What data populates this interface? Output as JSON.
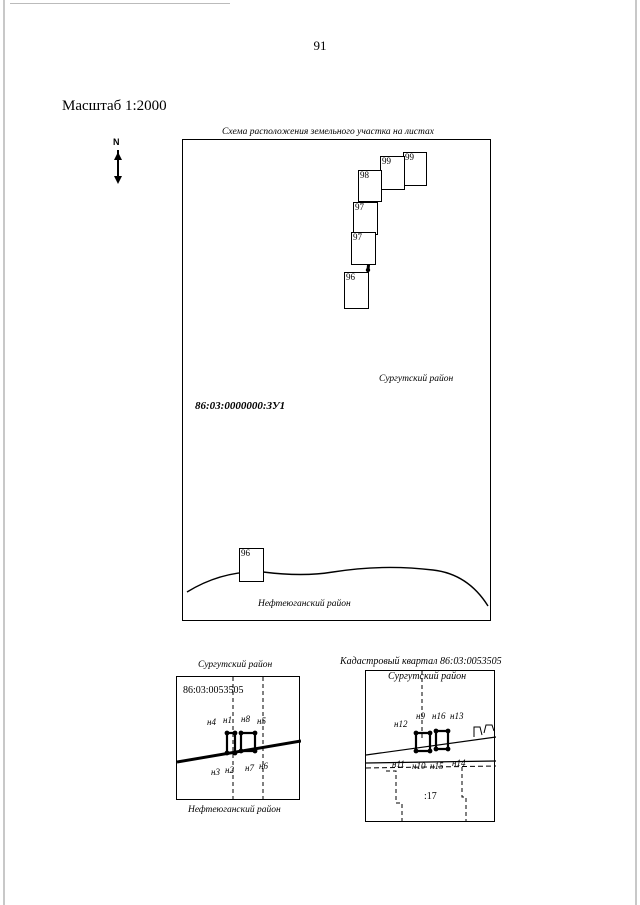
{
  "page_number": "91",
  "scale_label": "Масштаб 1:2000",
  "north_arrow": {
    "letter": "N",
    "icon": "north-arrow-icon"
  },
  "main_map": {
    "caption": "Схема расположения земельного участка на листах",
    "district_north": "Сургутский район",
    "district_south": "Нефтеюганский район",
    "cadastral_label": "86:03:0000000:ЗУ1",
    "sheets": [
      "99",
      "99",
      "98",
      "97",
      "97",
      "96",
      "96"
    ]
  },
  "inset_left": {
    "title": "Сургутский район",
    "cadastral": "86:03:0053505",
    "bottom_caption": "Нефтеюганский район",
    "points": [
      "н4",
      "н1",
      "н8",
      "н5",
      "н3",
      "н2",
      "н7",
      "н6"
    ]
  },
  "inset_right": {
    "title": "Кадастровый квартал 86:03:0053505",
    "district": "Сургутский район",
    "parcel": ":17",
    "points": [
      "н12",
      "н9",
      "н16",
      "н13",
      "н11",
      "н10",
      "н15",
      "н14"
    ]
  }
}
